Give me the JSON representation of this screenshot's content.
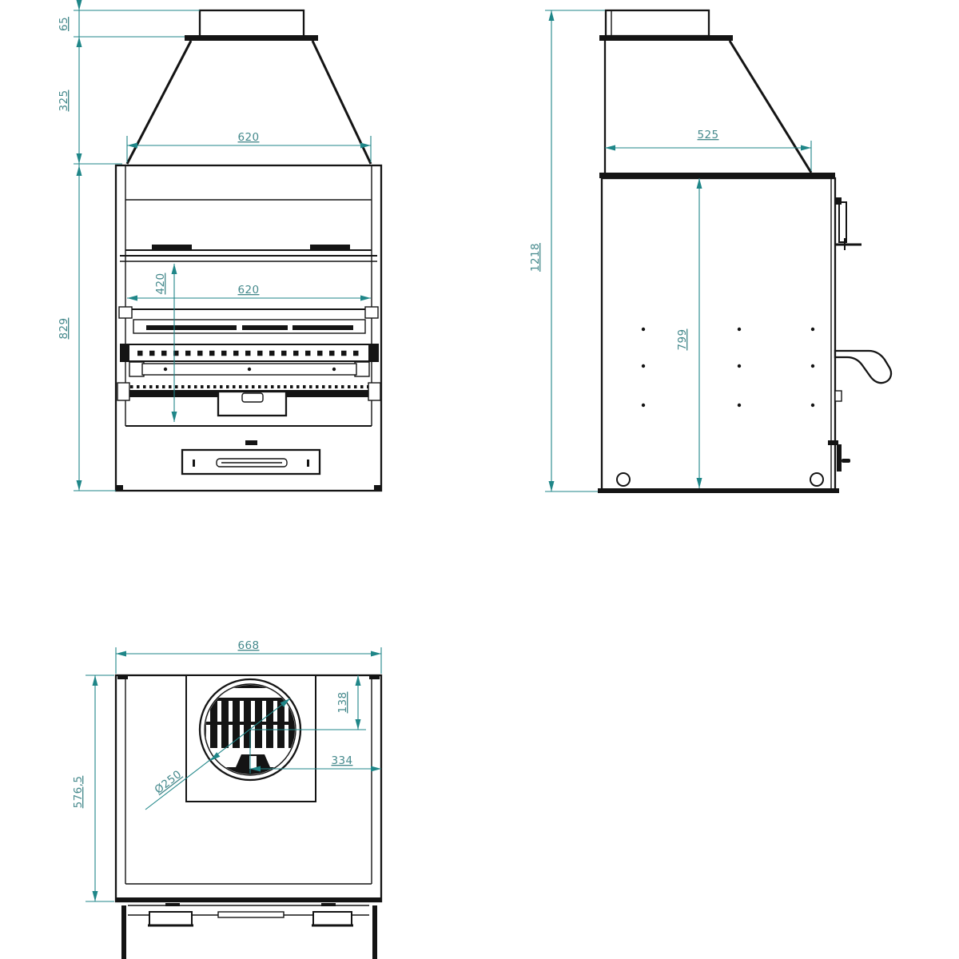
{
  "drawing_type": "technical-orthographic-drawing",
  "subject": "built-in charcoal braai / fireplace insert",
  "colors": {
    "background": "#ffffff",
    "outline": "#141414",
    "dimension_line": "#1f8688",
    "dimension_text": "#45898c"
  },
  "views": {
    "front": {
      "dims": {
        "flue_height": "65",
        "hood_height": "325",
        "body_height": "829",
        "hood_width": "620",
        "opening_width": "620",
        "opening_height": "420"
      }
    },
    "side": {
      "dims": {
        "total_height": "1218",
        "hood_depth": "525",
        "body_height": "799"
      }
    },
    "top": {
      "dims": {
        "overall_width": "668",
        "overall_depth": "576,5",
        "flue_center_from_back": "138",
        "flue_center_from_right": "334",
        "flue_diameter": "Ø250"
      }
    }
  }
}
